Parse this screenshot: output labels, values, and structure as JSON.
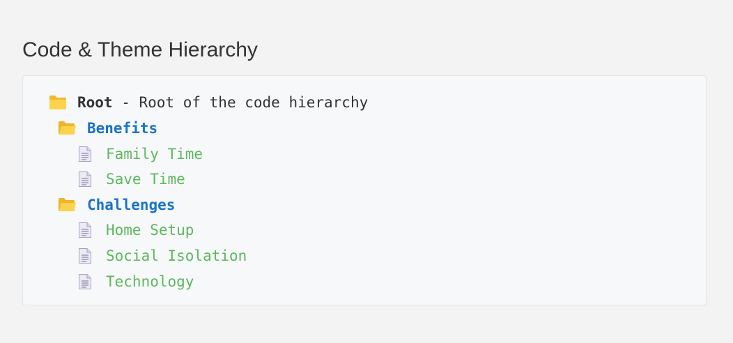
{
  "page": {
    "title": "Code & Theme Hierarchy"
  },
  "tree": {
    "root": {
      "name": "Root",
      "description": " - Root of the code hierarchy"
    },
    "groups": [
      {
        "label": "Benefits",
        "items": [
          "Family Time",
          "Save Time"
        ]
      },
      {
        "label": "Challenges",
        "items": [
          "Home Setup",
          "Social Isolation",
          "Technology"
        ]
      }
    ]
  },
  "colors": {
    "background": "#f3f3f3",
    "panel": "#f7f8fa",
    "folder_label": "#1a73c8",
    "file_label": "#5cb85c",
    "folder_icon": "#f5c242",
    "file_icon": "#8a82a8"
  },
  "icons": {
    "root": "folder-icon",
    "group": "folder-open-icon",
    "item": "document-icon"
  }
}
